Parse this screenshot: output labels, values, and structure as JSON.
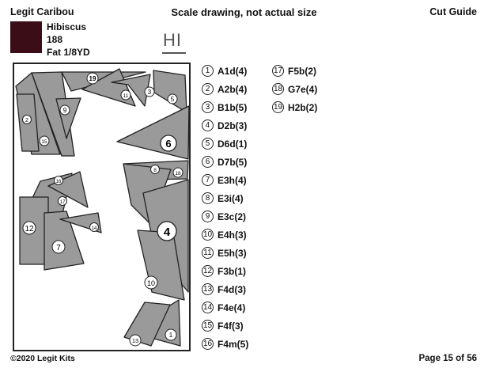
{
  "header": {
    "title": "Legit Caribou",
    "center_text": "Scale drawing, not actual size",
    "right_text": "Cut Guide"
  },
  "fabric": {
    "swatch_color": "#3a0d17",
    "name": "Hibiscus",
    "number": "188",
    "size": "Fat 1/8YD",
    "code": "HI"
  },
  "pieces": [
    {
      "num": "1",
      "label": "A1d(4)"
    },
    {
      "num": "2",
      "label": "A2b(4)"
    },
    {
      "num": "3",
      "label": "B1b(5)"
    },
    {
      "num": "4",
      "label": "D2b(3)"
    },
    {
      "num": "5",
      "label": "D6d(1)"
    },
    {
      "num": "6",
      "label": "D7b(5)"
    },
    {
      "num": "7",
      "label": "E3h(4)"
    },
    {
      "num": "8",
      "label": "E3i(4)"
    },
    {
      "num": "9",
      "label": "E3c(2)"
    },
    {
      "num": "10",
      "label": "E4h(3)"
    },
    {
      "num": "11",
      "label": "E5h(3)"
    },
    {
      "num": "12",
      "label": "F3b(1)"
    },
    {
      "num": "13",
      "label": "F4d(3)"
    },
    {
      "num": "14",
      "label": "F4e(4)"
    },
    {
      "num": "15",
      "label": "F4f(3)"
    },
    {
      "num": "16",
      "label": "F4m(5)"
    },
    {
      "num": "17",
      "label": "F5b(2)"
    },
    {
      "num": "18",
      "label": "G7e(4)"
    },
    {
      "num": "19",
      "label": "H2b(2)"
    }
  ],
  "footer": {
    "copyright": "©2020 Legit Kits",
    "page": "Page 15 of 56"
  },
  "colors": {
    "piece_fill": "#9a9a9a",
    "piece_stroke": "#222222"
  }
}
